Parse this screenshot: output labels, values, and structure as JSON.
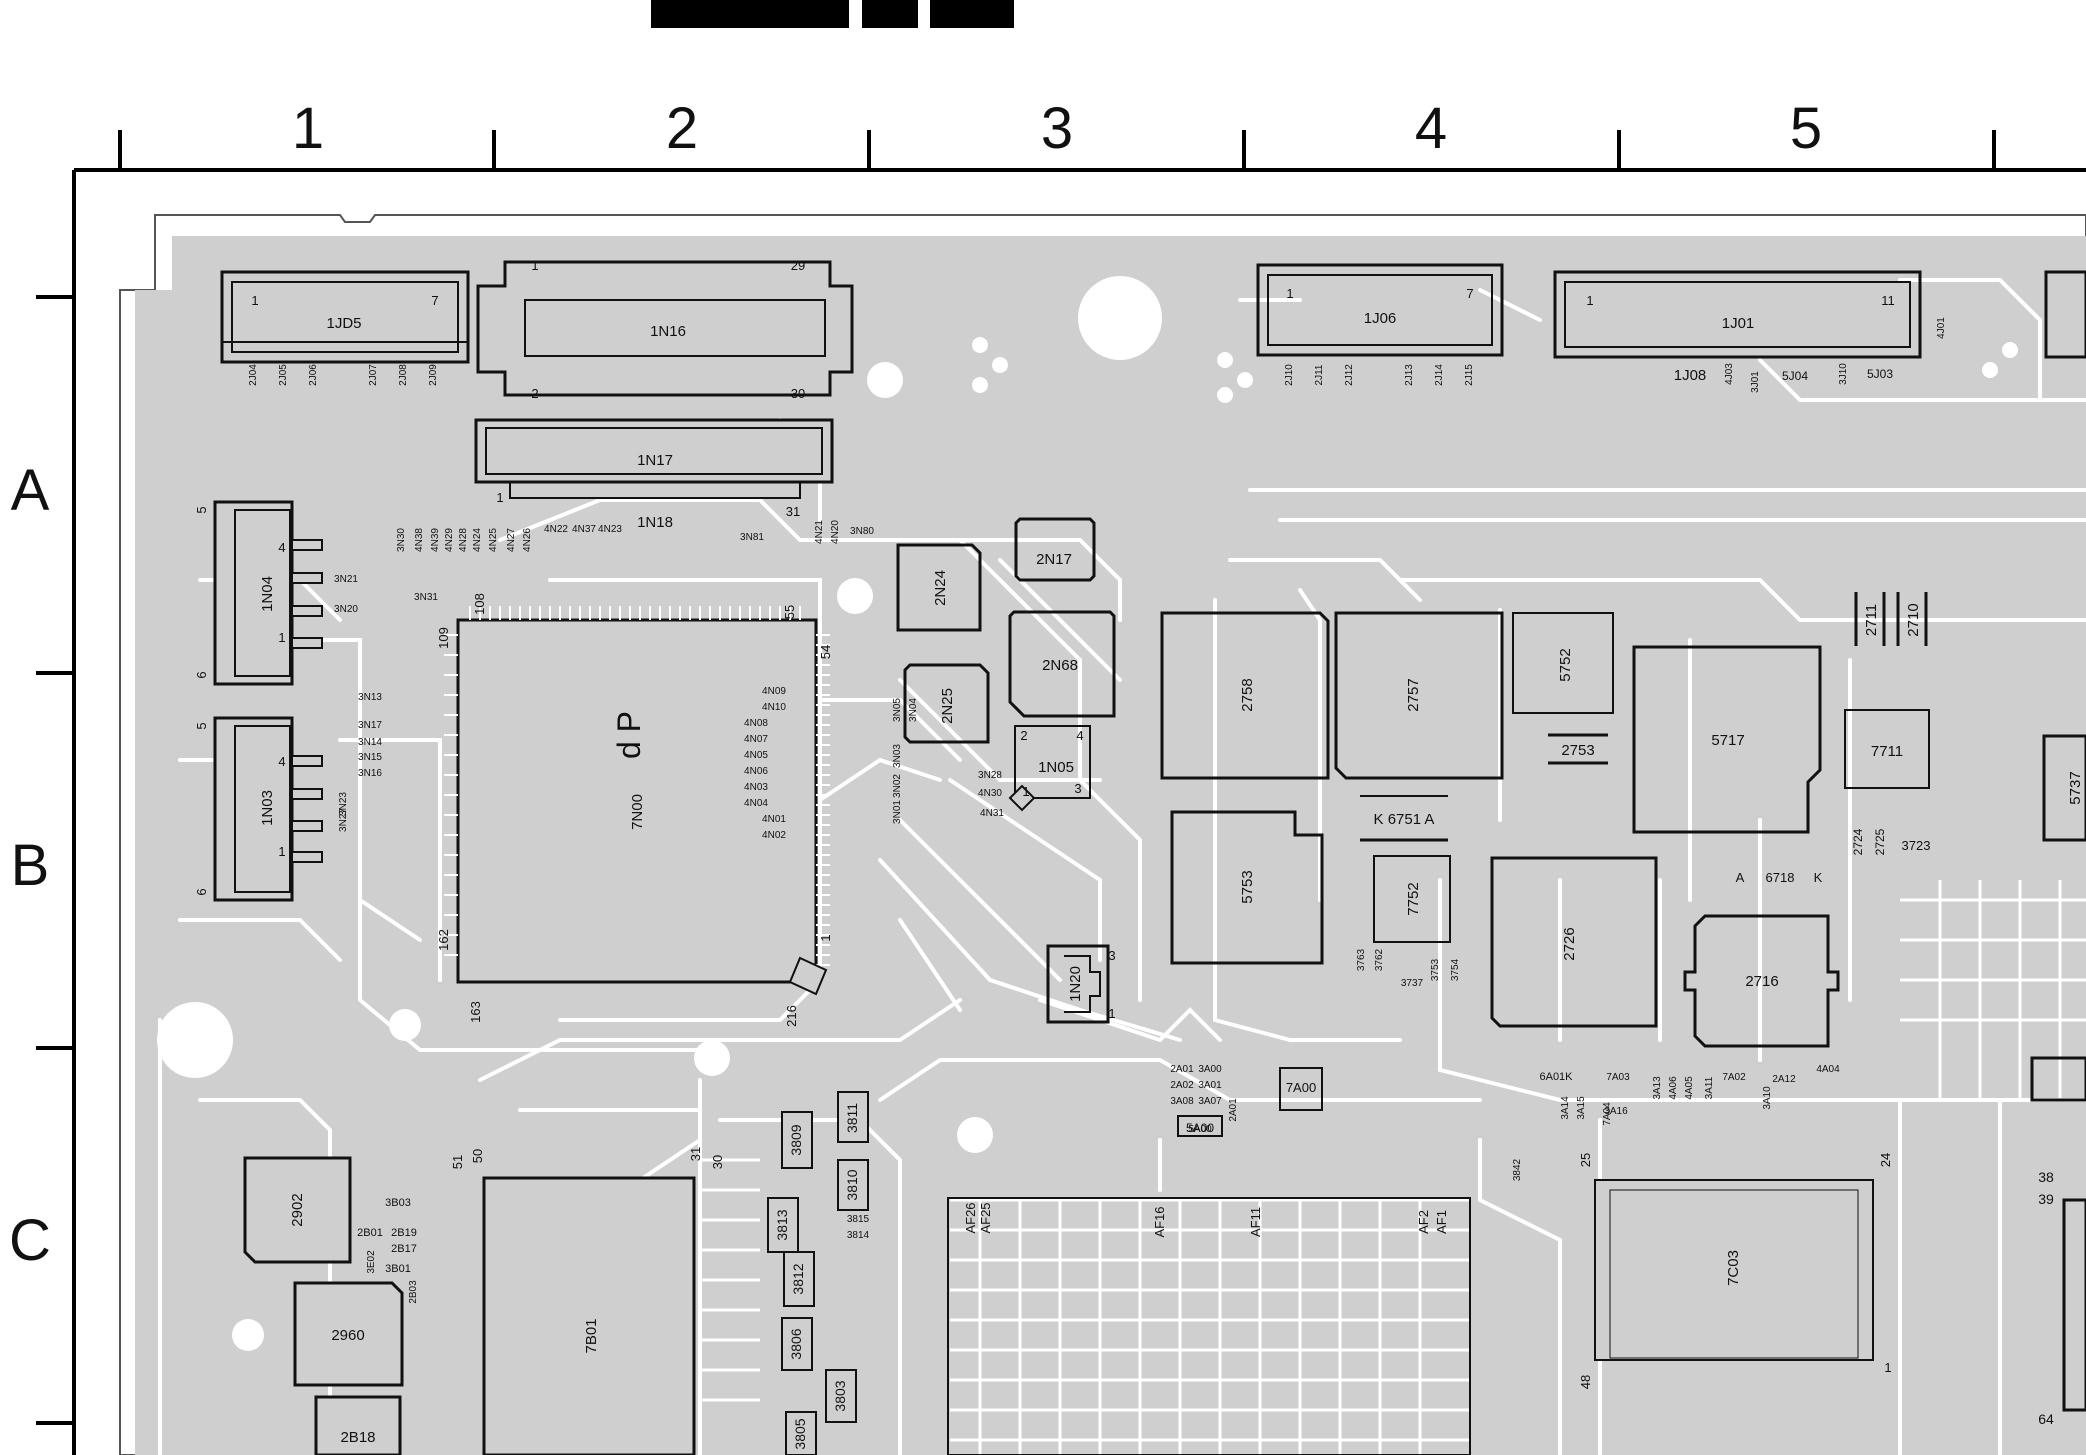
{
  "title_blocks": [
    "",
    "",
    ""
  ],
  "columns": [
    "1",
    "2",
    "3",
    "4",
    "5"
  ],
  "rows": [
    "A",
    "B",
    "C"
  ],
  "connectors": [
    {
      "ref": "1JD5",
      "pins": [
        "1",
        "7"
      ]
    },
    {
      "ref": "1N16",
      "pins": [
        "1",
        "29",
        "2",
        "30"
      ]
    },
    {
      "ref": "1N17",
      "pins": [
        "1",
        "31"
      ]
    },
    {
      "ref": "1N18"
    },
    {
      "ref": "1J06",
      "pins": [
        "1",
        "7"
      ]
    },
    {
      "ref": "1J01",
      "pins": [
        "1",
        "11"
      ]
    },
    {
      "ref": "1J08"
    },
    {
      "ref": "1N04",
      "pins": [
        "5",
        "4",
        "1",
        "6"
      ]
    },
    {
      "ref": "1N03",
      "pins": [
        "5",
        "4",
        "1",
        "6"
      ]
    },
    {
      "ref": "1N05",
      "pins": [
        "2",
        "4",
        "1",
        "3"
      ]
    },
    {
      "ref": "1N20",
      "pins": [
        "3",
        "1"
      ]
    }
  ],
  "components": [
    {
      "ref": "7N00",
      "pins": [
        "108",
        "55",
        "109",
        "54",
        "162",
        "1",
        "163",
        "216"
      ]
    },
    {
      "ref": "2N17"
    },
    {
      "ref": "2N24"
    },
    {
      "ref": "2N68"
    },
    {
      "ref": "2N25"
    },
    {
      "ref": "2758"
    },
    {
      "ref": "2757"
    },
    {
      "ref": "5752"
    },
    {
      "ref": "2753"
    },
    {
      "ref": "5717"
    },
    {
      "ref": "2711"
    },
    {
      "ref": "2710"
    },
    {
      "ref": "7711"
    },
    {
      "ref": "5753"
    },
    {
      "ref": "7752"
    },
    {
      "ref": "2726"
    },
    {
      "ref": "2716"
    },
    {
      "ref": "6718"
    },
    {
      "ref": "5737"
    },
    {
      "ref": "2724"
    },
    {
      "ref": "2725"
    },
    {
      "ref": "3723"
    },
    {
      "ref": "7B01",
      "pins": [
        "51",
        "50",
        "31",
        "30"
      ]
    },
    {
      "ref": "2902"
    },
    {
      "ref": "2960"
    },
    {
      "ref": "2B18"
    },
    {
      "ref": "3809"
    },
    {
      "ref": "3811"
    },
    {
      "ref": "3810"
    },
    {
      "ref": "3813"
    },
    {
      "ref": "3812"
    },
    {
      "ref": "3806"
    },
    {
      "ref": "3803"
    },
    {
      "ref": "3805"
    },
    {
      "ref": "7C03",
      "pins": [
        "25",
        "24",
        "48",
        "1"
      ]
    },
    {
      "ref": "5A00"
    },
    {
      "ref": "7A00"
    }
  ],
  "small_labels": [
    "2J04",
    "2J05",
    "2J06",
    "2J07",
    "2J08",
    "2J09",
    "2J10",
    "2J11",
    "2J12",
    "2J13",
    "2J14",
    "2J15",
    "4J03",
    "3J01",
    "3J10",
    "5J04",
    "5J03",
    "4J01",
    "3N30",
    "4N38",
    "4N39",
    "4N29",
    "4N28",
    "4N24",
    "4N25",
    "4N27",
    "4N26",
    "4N22",
    "4N37",
    "4N23",
    "3N81",
    "4N21",
    "4N20",
    "3N80",
    "3N21",
    "3N20",
    "3N31",
    "3N13",
    "3N17",
    "3N14",
    "3N15",
    "3N16",
    "3N27",
    "3N23",
    "4N09",
    "4N10",
    "4N08",
    "4N07",
    "4N05",
    "4N06",
    "4N03",
    "4N04",
    "4N01",
    "4N02",
    "3N28",
    "4N30",
    "4N31",
    "3N05",
    "3N04",
    "3N03",
    "3N02",
    "3N01",
    "2A01",
    "2A02",
    "3A08",
    "3A00",
    "3A01",
    "3A07",
    "2A01",
    "5A00",
    "3B03",
    "2B01",
    "2B19",
    "3E02",
    "2B17",
    "3B01",
    "2B03",
    "3815",
    "3814",
    "3842",
    "3763",
    "3762",
    "3737",
    "3753",
    "3754",
    "6A01K",
    "3A14",
    "3A15",
    "7A03",
    "7A04",
    "3A16",
    "3A13",
    "4A06",
    "4A05",
    "3A11",
    "7A02",
    "2A12",
    "3A10",
    "4A04",
    "AF26",
    "AF25",
    "AF16",
    "AF11",
    "AF2",
    "AF1"
  ],
  "labels": {
    "k6751": "K 6751 A",
    "mark_a": "A",
    "mark_k": "K",
    "pin_38": "38",
    "pin_39": "39",
    "pin_64": "64",
    "ic_logo": "d P"
  }
}
